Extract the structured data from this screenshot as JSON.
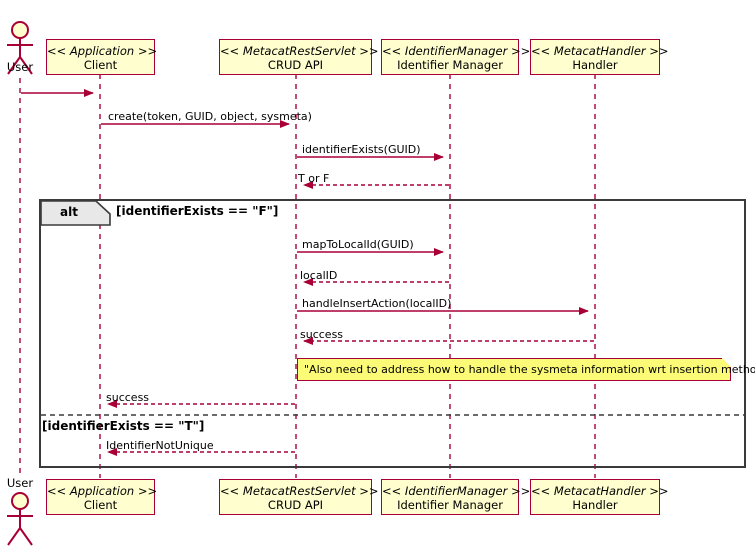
{
  "diagram": {
    "type": "uml-sequence-diagram",
    "colors": {
      "border": "#A80036",
      "participant_fill": "#FEFECE",
      "note_fill": "#FBFB77",
      "frame_border": "#3A3A3A",
      "line": "#A80036",
      "text": "#000000",
      "background": "#FFFFFF"
    },
    "actors": [
      {
        "name": "User",
        "label": "User"
      }
    ],
    "participants": [
      {
        "id": "client",
        "stereotype": "<< Application >>",
        "name": "Client"
      },
      {
        "id": "crud",
        "stereotype": "<< MetacatRestServlet >>",
        "name": "CRUD API"
      },
      {
        "id": "idmgr",
        "stereotype": "<< IdentifierManager >>",
        "name": "Identifier Manager"
      },
      {
        "id": "handler",
        "stereotype": "<< MetacatHandler >>",
        "name": "Handler"
      }
    ],
    "messages": [
      {
        "id": "m0",
        "label": "",
        "from": "user",
        "to": "client",
        "kind": "sync"
      },
      {
        "id": "m1",
        "label": "create(token, GUID, object, sysmeta)",
        "from": "client",
        "to": "crud",
        "kind": "sync"
      },
      {
        "id": "m2",
        "label": "identifierExists(GUID)",
        "from": "crud",
        "to": "idmgr",
        "kind": "sync"
      },
      {
        "id": "m3",
        "label": "T or F",
        "from": "idmgr",
        "to": "crud",
        "kind": "return"
      },
      {
        "id": "m4",
        "label": "mapToLocalId(GUID)",
        "from": "crud",
        "to": "idmgr",
        "kind": "sync"
      },
      {
        "id": "m5",
        "label": "localID",
        "from": "idmgr",
        "to": "crud",
        "kind": "return"
      },
      {
        "id": "m6",
        "label": "handleInsertAction(localID)",
        "from": "crud",
        "to": "handler",
        "kind": "sync"
      },
      {
        "id": "m7",
        "label": "success",
        "from": "handler",
        "to": "crud",
        "kind": "return"
      },
      {
        "id": "m8",
        "label": "success",
        "from": "crud",
        "to": "client",
        "kind": "return"
      },
      {
        "id": "m9",
        "label": "IdentifierNotUnique",
        "from": "crud",
        "to": "client",
        "kind": "return"
      }
    ],
    "fragment": {
      "operator": "alt",
      "branches": [
        {
          "guard": "[identifierExists == \"F\"]"
        },
        {
          "guard": "[identifierExists == \"T\"]"
        }
      ]
    },
    "notes": [
      {
        "id": "n1",
        "text": "\"Also need to address how to handle the sysmeta information wrt insertion methods\""
      }
    ]
  }
}
